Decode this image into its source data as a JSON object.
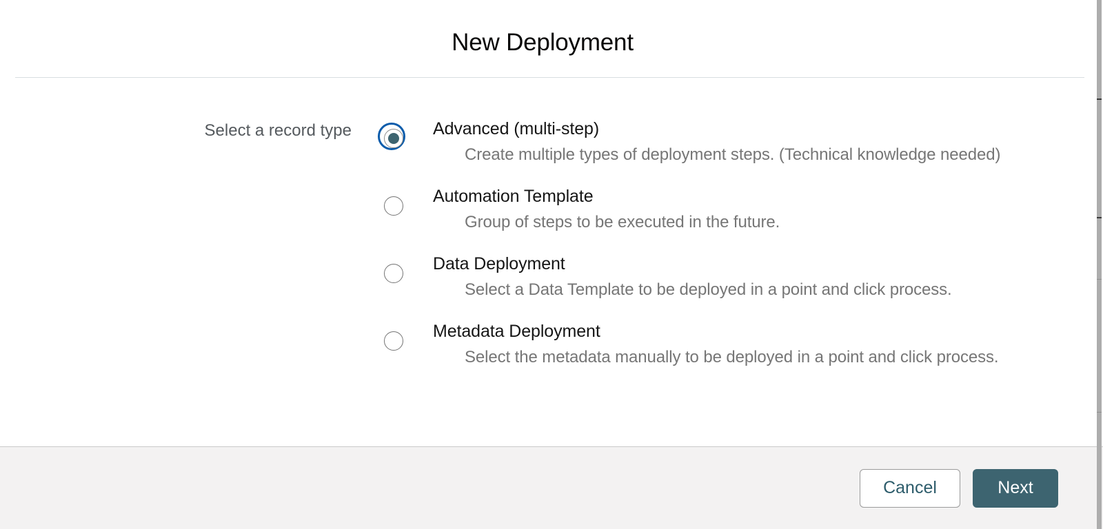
{
  "dialog": {
    "title": "New Deployment"
  },
  "form": {
    "field_label": "Select a record type",
    "options": [
      {
        "label": "Advanced (multi-step)",
        "description": "Create multiple types of deployment steps. (Technical knowledge needed)",
        "selected": true
      },
      {
        "label": "Automation Template",
        "description": "Group of steps to be executed in the future.",
        "selected": false
      },
      {
        "label": "Data Deployment",
        "description": "Select a Data Template to be deployed in a point and click process.",
        "selected": false
      },
      {
        "label": "Metadata Deployment",
        "description": "Select the metadata manually to be deployed in a point and click process.",
        "selected": false
      }
    ]
  },
  "footer": {
    "cancel_label": "Cancel",
    "next_label": "Next"
  },
  "colors": {
    "brand_teal": "#3d6470",
    "focus_blue": "#0b5cab",
    "footer_bg": "#f3f2f2",
    "divider": "#d8dde1",
    "label_grey": "#555a5e",
    "description_grey": "#767676"
  }
}
